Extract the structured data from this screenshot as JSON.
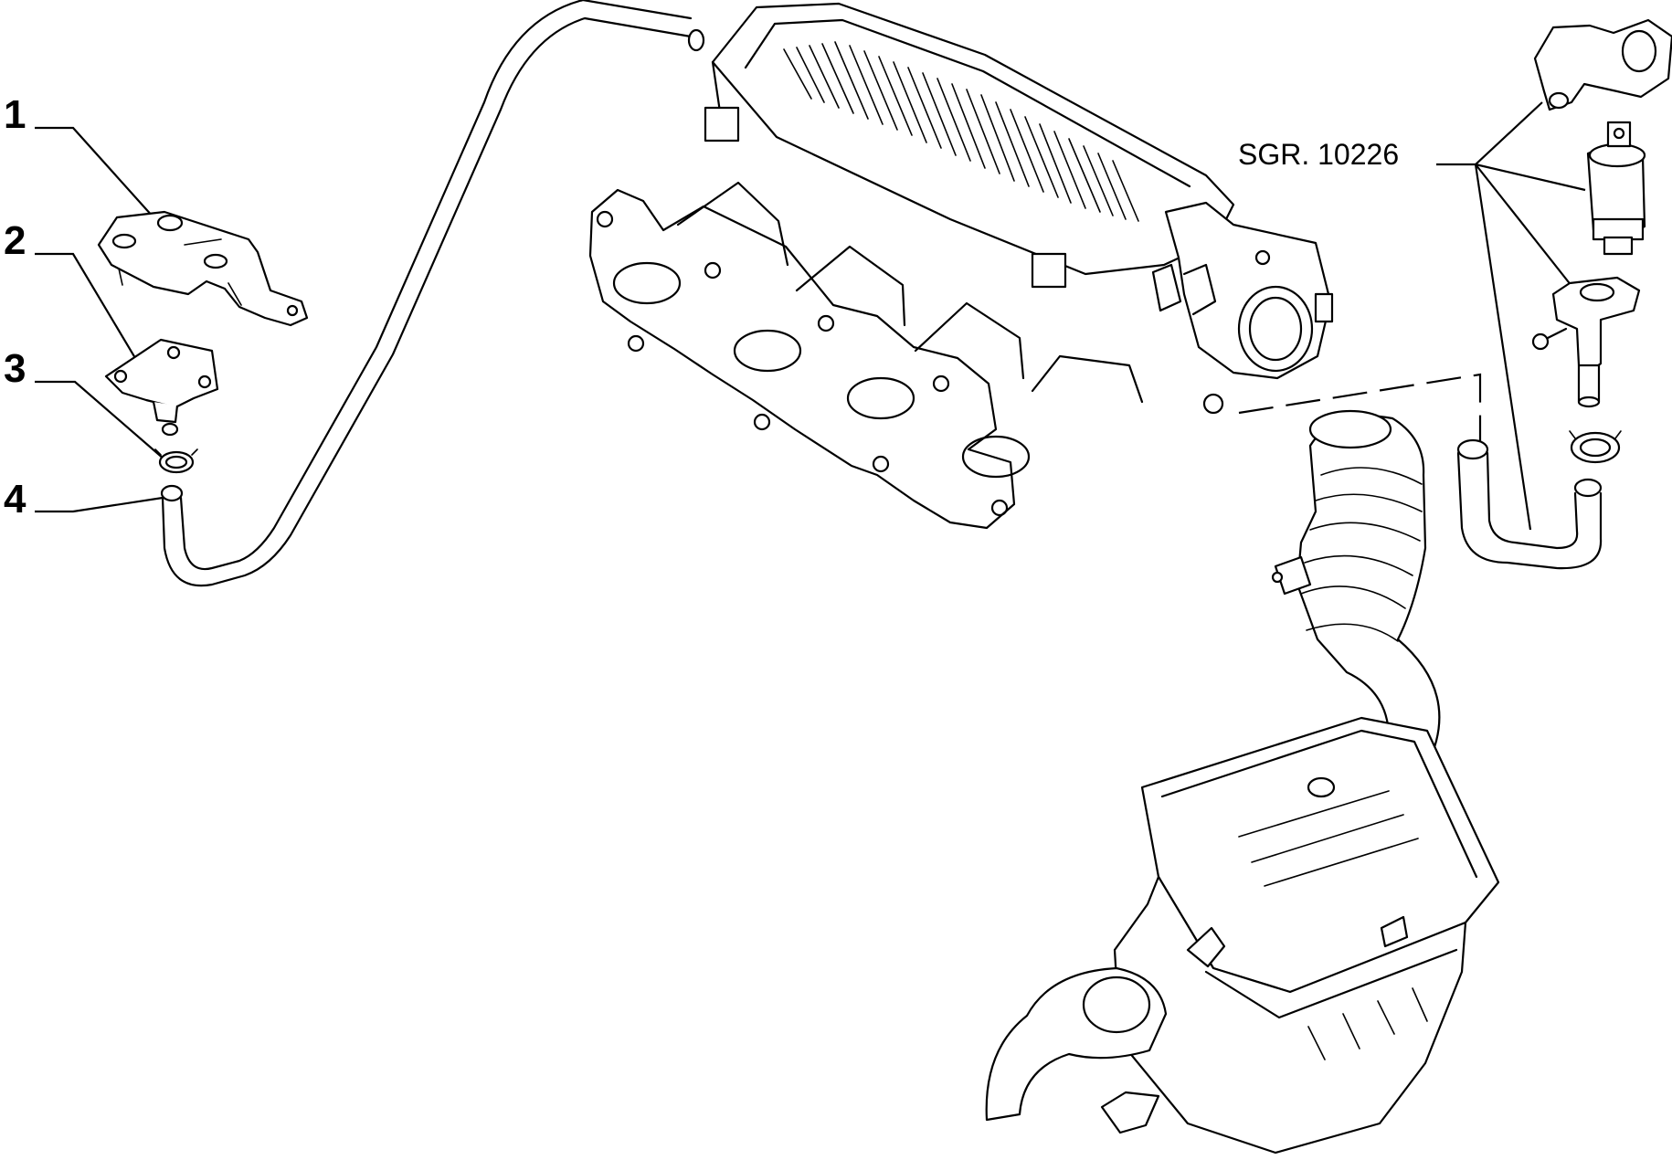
{
  "callouts": [
    {
      "id": 1,
      "label": "1"
    },
    {
      "id": 2,
      "label": "2"
    },
    {
      "id": 3,
      "label": "3"
    },
    {
      "id": 4,
      "label": "4"
    }
  ],
  "reference": {
    "label": "SGR. 10226"
  }
}
